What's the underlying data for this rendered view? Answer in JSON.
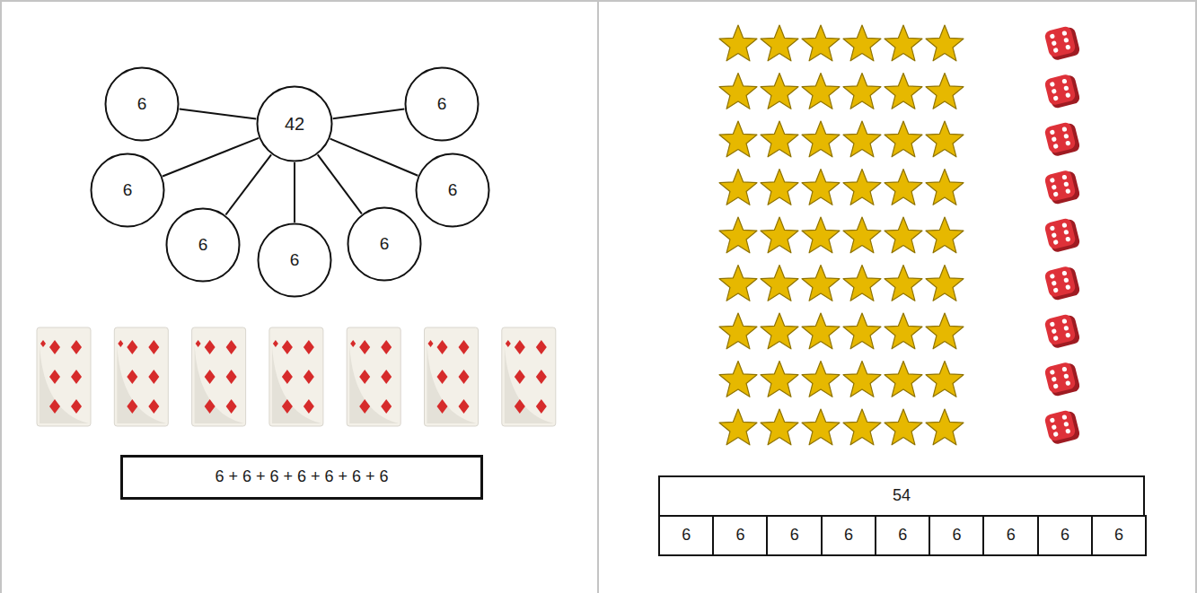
{
  "diagram": {
    "nodes": [
      {
        "text": [
          "42"
        ]
      },
      {
        "text": [
          "6"
        ]
      },
      {
        "text": [
          "6"
        ]
      },
      {
        "text": [
          "6"
        ]
      },
      {
        "text": [
          "6"
        ]
      },
      {
        "text": [
          "6"
        ]
      },
      {
        "text": [
          "6"
        ]
      },
      {
        "text": [
          "6"
        ]
      },
      {
        "text": [
          "6 + 6 + 6 + 6 + 6 + 6 + 6"
        ]
      },
      {
        "text": [
          "54"
        ]
      },
      {
        "text": [
          "6"
        ]
      },
      {
        "text": [
          "6"
        ]
      },
      {
        "text": [
          "6"
        ]
      },
      {
        "text": [
          "6"
        ]
      },
      {
        "text": [
          "6"
        ]
      },
      {
        "text": [
          "6"
        ]
      },
      {
        "text": [
          "6"
        ]
      },
      {
        "text": [
          "6"
        ]
      },
      {
        "text": [
          "6"
        ]
      }
    ],
    "edges": [
      {
        "from": 0,
        "to": 1,
        "arrow": "none"
      },
      {
        "from": 0,
        "to": 2,
        "arrow": "none"
      },
      {
        "from": 0,
        "to": 3,
        "arrow": "none"
      },
      {
        "from": 0,
        "to": 4,
        "arrow": "none"
      },
      {
        "from": 0,
        "to": 5,
        "arrow": "none"
      },
      {
        "from": 0,
        "to": 6,
        "arrow": "none"
      },
      {
        "from": 0,
        "to": 7,
        "arrow": "none"
      }
    ]
  }
}
